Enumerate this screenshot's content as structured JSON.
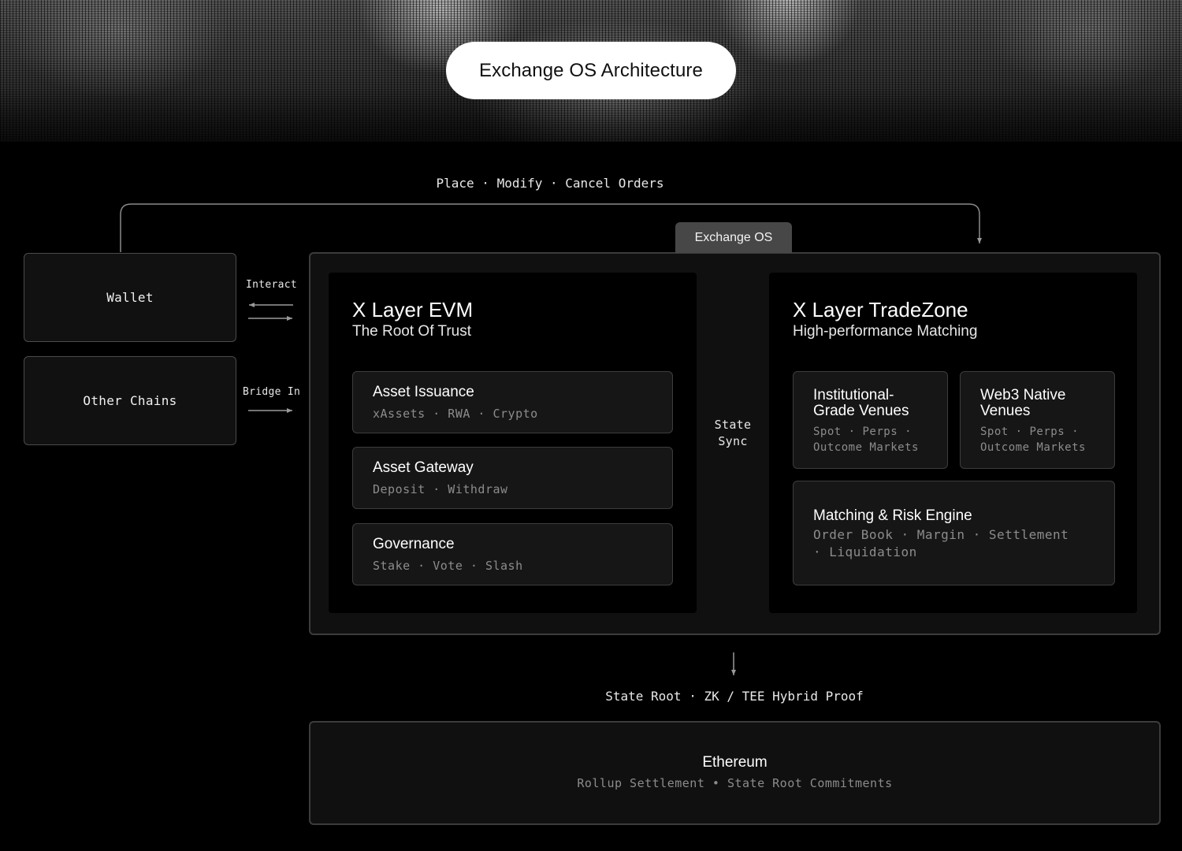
{
  "header": {
    "title": "Exchange OS Architecture"
  },
  "flows": {
    "top": "Place · Modify · Cancel Orders",
    "bottom": "State Root · ZK / TEE Hybrid Proof",
    "interact": "Interact",
    "bridge": "Bridge In",
    "state_sync": "State Sync"
  },
  "external": {
    "wallet": "Wallet",
    "other_chains": "Other Chains"
  },
  "exchange_os": {
    "tab": "Exchange OS",
    "evm": {
      "title": "X Layer EVM",
      "subtitle": "The Root Of Trust",
      "cards": [
        {
          "title": "Asset Issuance",
          "items": "xAssets · RWA · Crypto"
        },
        {
          "title": "Asset Gateway",
          "items": "Deposit · Withdraw"
        },
        {
          "title": "Governance",
          "items": "Stake · Vote · Slash"
        }
      ]
    },
    "tradezone": {
      "title": "X Layer TradeZone",
      "subtitle": "High-performance Matching",
      "venues": [
        {
          "title_line1": "Institutional-",
          "title_line2": "Grade Venues",
          "items_line1": "Spot · Perps ·",
          "items_line2": "Outcome Markets"
        },
        {
          "title_line1": "Web3 Native",
          "title_line2": "Venues",
          "items_line1": "Spot · Perps ·",
          "items_line2": "Outcome Markets"
        }
      ],
      "engine": {
        "title": "Matching & Risk Engine",
        "items_line1": "Order Book · Margin · Settlement",
        "items_line2": "· Liquidation"
      }
    }
  },
  "ethereum": {
    "title": "Ethereum",
    "subtitle": "Rollup Settlement • State Root Commitments"
  },
  "colors": {
    "background": "#000000",
    "panel": "#101010",
    "card": "#161616",
    "border": "#3c3c3c",
    "muted_text": "#8c8c8c"
  }
}
